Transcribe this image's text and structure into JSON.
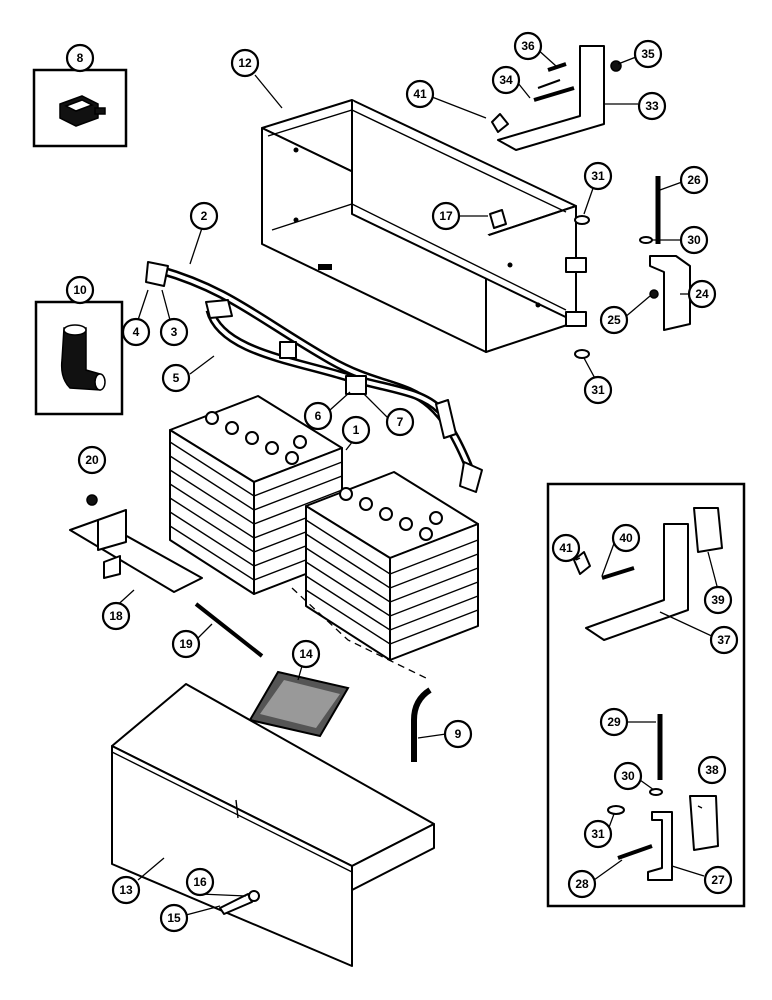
{
  "callouts": [
    {
      "id": "c1a",
      "label": "1"
    },
    {
      "id": "c1b",
      "label": "1"
    },
    {
      "id": "c2",
      "label": "2"
    },
    {
      "id": "c3",
      "label": "3"
    },
    {
      "id": "c4",
      "label": "4"
    },
    {
      "id": "c5",
      "label": "5"
    },
    {
      "id": "c6",
      "label": "6"
    },
    {
      "id": "c7",
      "label": "7"
    },
    {
      "id": "c8",
      "label": "8"
    },
    {
      "id": "c9",
      "label": "9"
    },
    {
      "id": "c10",
      "label": "10"
    },
    {
      "id": "c12",
      "label": "12"
    },
    {
      "id": "c13",
      "label": "13"
    },
    {
      "id": "c14",
      "label": "14"
    },
    {
      "id": "c15",
      "label": "15"
    },
    {
      "id": "c16",
      "label": "16"
    },
    {
      "id": "c17",
      "label": "17"
    },
    {
      "id": "c18",
      "label": "18"
    },
    {
      "id": "c19",
      "label": "19"
    },
    {
      "id": "c20",
      "label": "20"
    },
    {
      "id": "c24",
      "label": "24"
    },
    {
      "id": "c25",
      "label": "25"
    },
    {
      "id": "c26",
      "label": "26"
    },
    {
      "id": "c27",
      "label": "27"
    },
    {
      "id": "c28",
      "label": "28"
    },
    {
      "id": "c29",
      "label": "29"
    },
    {
      "id": "c30a",
      "label": "30"
    },
    {
      "id": "c30b",
      "label": "30"
    },
    {
      "id": "c31a",
      "label": "31"
    },
    {
      "id": "c31b",
      "label": "31"
    },
    {
      "id": "c31c",
      "label": "31"
    },
    {
      "id": "c33",
      "label": "33"
    },
    {
      "id": "c34",
      "label": "34"
    },
    {
      "id": "c35",
      "label": "35"
    },
    {
      "id": "c36",
      "label": "36"
    },
    {
      "id": "c37",
      "label": "37"
    },
    {
      "id": "c38",
      "label": "38"
    },
    {
      "id": "c39",
      "label": "39"
    },
    {
      "id": "c40",
      "label": "40"
    },
    {
      "id": "c41a",
      "label": "41"
    },
    {
      "id": "c41b",
      "label": "41"
    }
  ]
}
